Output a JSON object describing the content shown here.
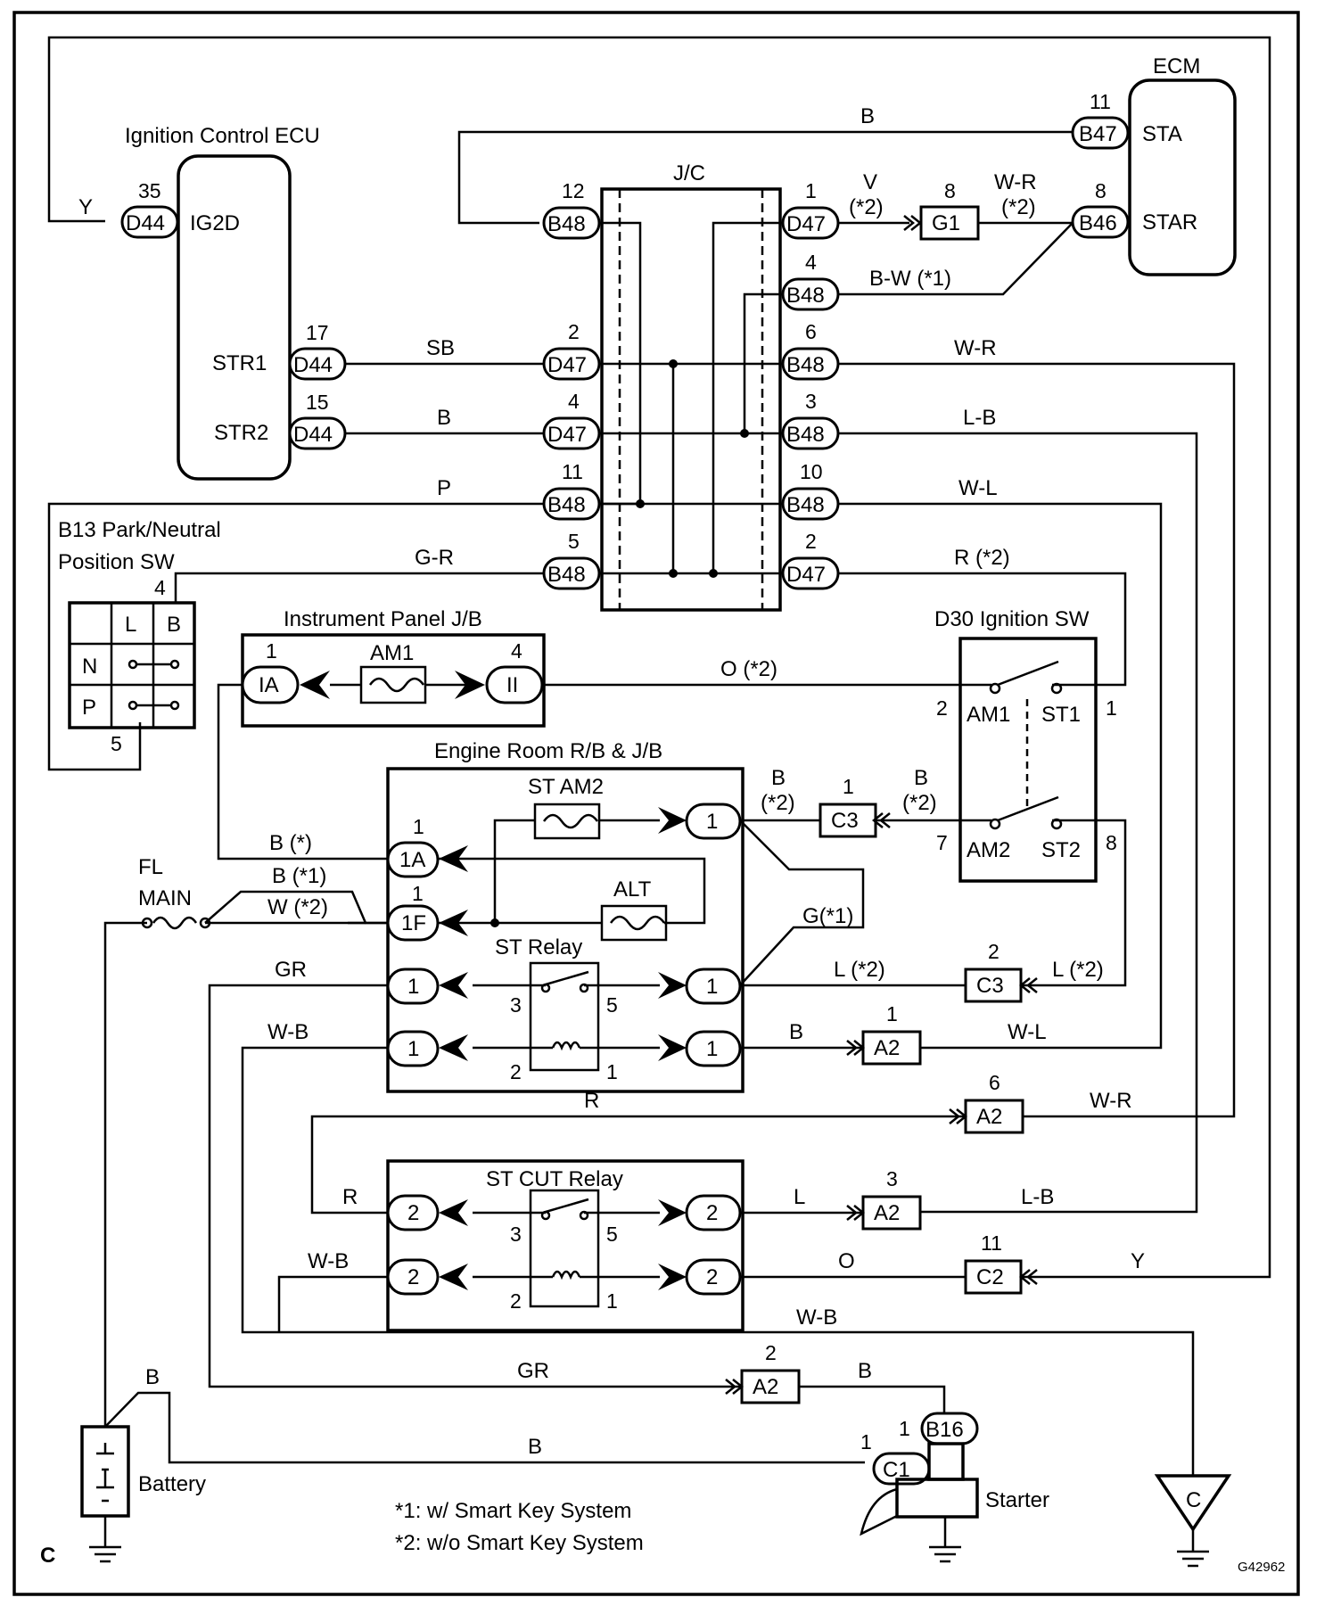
{
  "components": {
    "ecm": "ECM",
    "ign_ecu": "Ignition Control ECU",
    "jc": "J/C",
    "pn_sw_line1": "B13 Park/Neutral",
    "pn_sw_line2": "Position SW",
    "ip_jb": "Instrument Panel J/B",
    "ign_sw": "D30 Ignition SW",
    "er_rb": "Engine Room R/B & J/B",
    "st_relay": "ST Relay",
    "st_cut_relay": "ST CUT Relay",
    "fl_line1": "FL",
    "fl_line2": "MAIN",
    "battery": "Battery",
    "starter": "Starter",
    "ground_c": "C",
    "corner_c": "C",
    "diagram_code": "G42962"
  },
  "fuses": {
    "am1": "AM1",
    "st_am2": "ST AM2",
    "alt": "ALT"
  },
  "pins": {
    "ecm_sta": "STA",
    "ecm_star": "STAR",
    "ecu_ig2d": "IG2D",
    "ecu_str1": "STR1",
    "ecu_str2": "STR2",
    "sw_am1": "AM1",
    "sw_st1": "ST1",
    "sw_am2": "AM2",
    "sw_st2": "ST2",
    "pn_l": "L",
    "pn_b": "B",
    "pn_n": "N",
    "pn_p": "P"
  },
  "connectors": [
    {
      "id": "B47",
      "pin": "11"
    },
    {
      "id": "B46",
      "pin": "8"
    },
    {
      "id": "D44",
      "pin": "35"
    },
    {
      "id": "D44",
      "pin": "17"
    },
    {
      "id": "D44",
      "pin": "15"
    },
    {
      "id": "B48",
      "pin": "12"
    },
    {
      "id": "D47",
      "pin": "2"
    },
    {
      "id": "D47",
      "pin": "4"
    },
    {
      "id": "B48",
      "pin": "11"
    },
    {
      "id": "B48",
      "pin": "5"
    },
    {
      "id": "D47",
      "pin": "1"
    },
    {
      "id": "B48",
      "pin": "4"
    },
    {
      "id": "B48",
      "pin": "6"
    },
    {
      "id": "B48",
      "pin": "3"
    },
    {
      "id": "B48",
      "pin": "10"
    },
    {
      "id": "D47",
      "pin": "2"
    },
    {
      "id": "G1",
      "pin": "8"
    },
    {
      "id": "IA",
      "pin": "1"
    },
    {
      "id": "II",
      "pin": "4"
    },
    {
      "id": "C3",
      "pin": "1"
    },
    {
      "id": "C3",
      "pin": "2"
    },
    {
      "id": "A2",
      "pin": "1"
    },
    {
      "id": "A2",
      "pin": "6"
    },
    {
      "id": "A2",
      "pin": "3"
    },
    {
      "id": "C2",
      "pin": "11"
    },
    {
      "id": "A2",
      "pin": "2"
    },
    {
      "id": "B16",
      "pin": "1"
    },
    {
      "id": "C1",
      "pin": "1"
    },
    {
      "id": "1A",
      "pin": "1"
    },
    {
      "id": "1F",
      "pin": "1"
    }
  ],
  "relay_pins": {
    "r1": "1",
    "r2": "1",
    "r3": "1",
    "r4": "1",
    "r5": "1",
    "r6": "1",
    "c1": "2",
    "c2": "2",
    "c3": "2",
    "c4": "2",
    "p3": "3",
    "p5": "5",
    "p2": "2",
    "p1": "1",
    "q3": "3",
    "q5": "5",
    "q2": "2",
    "q1": "1",
    "sw2": "2",
    "sw1": "1",
    "sw7": "7",
    "sw8": "8",
    "pn4": "4",
    "pn5": "5"
  },
  "wires": {
    "b_top": "B",
    "y_left": "Y",
    "sb": "SB",
    "b_str2": "B",
    "p": "P",
    "gr_pn": "G-R",
    "v": "V",
    "v2": "(*2)",
    "wr_top": "W-R",
    "wr_top2": "(*2)",
    "bw": "B-W  (*1)",
    "wr6": "W-R",
    "lb3": "L-B",
    "wl10": "W-L",
    "r2": "R (*2)",
    "o2": "O (*2)",
    "b_st": "B",
    "b_st2": "(*2)",
    "b_sw": "B",
    "b_sw2": "(*2)",
    "b_star": "B (*)",
    "b1": "B (*1)",
    "w2": "W (*2)",
    "g1": "G(*1)",
    "gr": "GR",
    "l2": "L (*2)",
    "l2b": "L (*2)",
    "wb": "W-B",
    "b_a2": "B",
    "wl_a2": "W-L",
    "r_a2": "R",
    "wr_a2": "W-R",
    "r_cut": "R",
    "l_cut": "L",
    "lb_cut": "L-B",
    "wb_cut": "W-B",
    "o_cut": "O",
    "y_cut": "Y",
    "wb_bot": "W-B",
    "gr_bot": "GR",
    "b_a22": "B",
    "b_batt": "B",
    "b_c1": "B"
  },
  "notes": [
    "*1: w/ Smart Key System",
    "*2: w/o Smart Key System"
  ]
}
